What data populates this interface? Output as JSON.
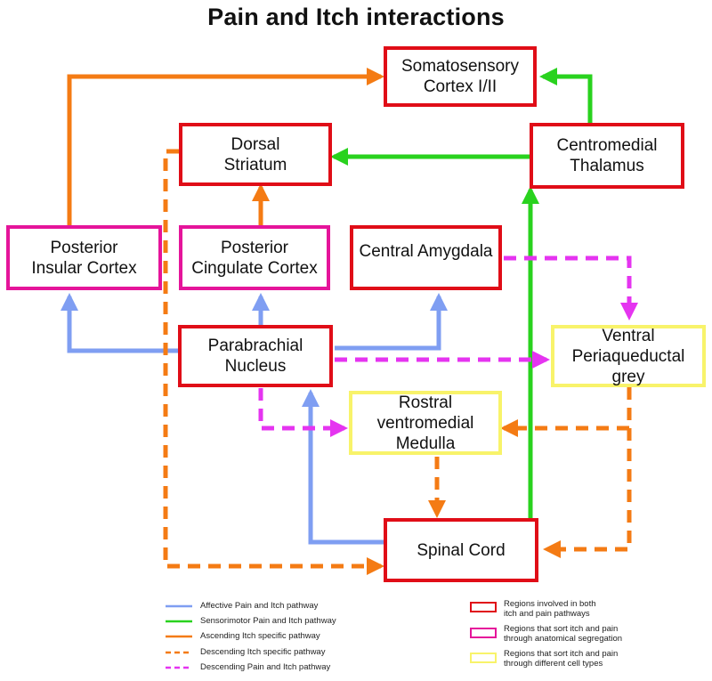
{
  "title": "Pain and Itch interactions",
  "colors": {
    "affective": "#7f9ef2",
    "sensorimotor": "#29d21e",
    "ascending_itch": "#f47b14",
    "descending_itch": "#f47b14",
    "descending_pain_itch": "#e534f0",
    "border_both": "#e00d17",
    "border_anatomical": "#e5149a",
    "border_cell_types": "#f8f36a"
  },
  "nodes": {
    "somatosensory": {
      "line1": "Somatosensory",
      "line2": "Cortex I/II"
    },
    "dorsal_striatum": {
      "line1": "Dorsal",
      "line2": "Striatum"
    },
    "centromedial_thalamus": {
      "line1": "Centromedial",
      "line2": "Thalamus"
    },
    "posterior_insular": {
      "line1": "Posterior",
      "line2": "Insular Cortex"
    },
    "posterior_cingulate": {
      "line1": "Posterior",
      "line2": "Cingulate Cortex"
    },
    "central_amygdala": {
      "line1": "Central Amygdala"
    },
    "parabrachial": {
      "line1": "Parabrachial",
      "line2": "Nucleus"
    },
    "ventral_pag": {
      "line1": "Ventral",
      "line2": "Periaqueductal",
      "line3": "grey"
    },
    "rvm": {
      "line1": "Rostral",
      "line2": "ventromedial",
      "line3": "Medulla"
    },
    "spinal_cord": {
      "line1": "Spinal Cord"
    }
  },
  "legend": {
    "pathways": [
      {
        "label": "Affective Pain and Itch pathway"
      },
      {
        "label": "Sensorimotor Pain and Itch pathway"
      },
      {
        "label": "Ascending Itch specific pathway"
      },
      {
        "label": "Descending Itch specific pathway"
      },
      {
        "label": "Descending Pain and Itch pathway"
      }
    ],
    "regions": [
      {
        "line1": "Regions involved in both",
        "line2": "itch and pain pathways"
      },
      {
        "line1": "Regions that sort itch and pain",
        "line2": "through anatomical segregation"
      },
      {
        "line1": "Regions that sort itch and pain",
        "line2": "through different cell types"
      }
    ]
  }
}
